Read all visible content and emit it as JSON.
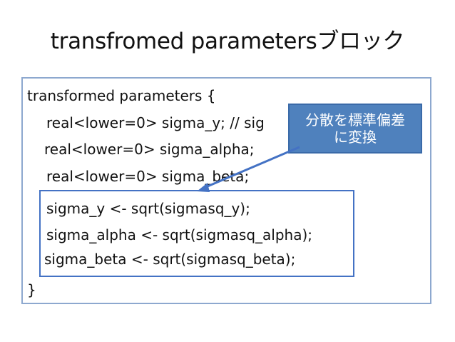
{
  "slide": {
    "title": "transfromed parametersブロック"
  },
  "code": {
    "lines": [
      "transformed parameters {",
      "real<lower=0> sigma_y; // sig",
      "real<lower=0> sigma_alpha;",
      "real<lower=0> sigma_beta;",
      "sigma_y <- sqrt(sigmasq_y);",
      "sigma_alpha <- sqrt(sigmasq_alpha);",
      "sigma_beta <- sqrt(sigmasq_beta);",
      "}"
    ]
  },
  "callout": {
    "line1": "分散を標準偏差",
    "line2": "に変換"
  },
  "colors": {
    "callout_fill": "#4f81bd",
    "box_border": "#8da8cf",
    "highlight_border": "#4472c4"
  }
}
